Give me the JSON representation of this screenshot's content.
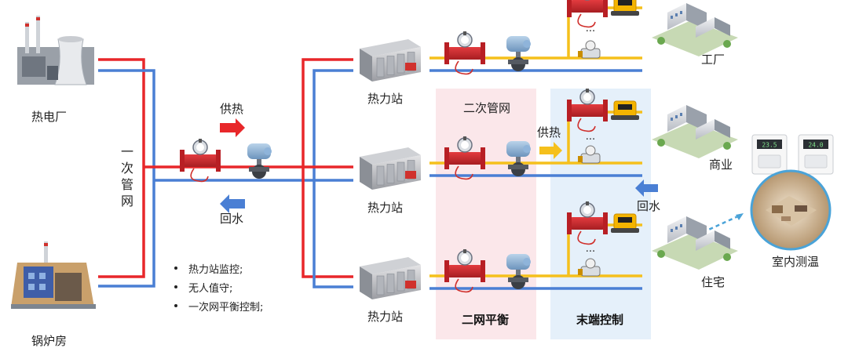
{
  "sources": {
    "power_plant": "热电厂",
    "boiler_room": "锅炉房"
  },
  "primary_network": "一次管网",
  "flow": {
    "supply": "供热",
    "return": "回水"
  },
  "stations": [
    "热力站",
    "热力站",
    "热力站"
  ],
  "secondary_network": "二次管网",
  "zones": {
    "balance": "二网平衡",
    "terminal": "末端控制"
  },
  "consumers": {
    "factory": "工厂",
    "commercial": "商业",
    "residential": "住宅"
  },
  "indoor": {
    "label": "室内测温",
    "thermostat_left": "23.5",
    "thermostat_right": "24.0"
  },
  "ellipsis": "···",
  "features": [
    "热力站监控;",
    "无人值守;",
    "一次网平衡控制;"
  ],
  "colors": {
    "supply": "#e8272a",
    "return": "#4a7fd4",
    "secondary_supply": "#f5c01c",
    "zone_pink": "#fbe7ea",
    "zone_blue": "#e5f0fa",
    "dashed": "#4aa3d8"
  },
  "icons": [
    "power-plant-icon",
    "boiler-room-icon",
    "heat-meter-icon",
    "control-valve-icon",
    "heat-station-icon",
    "energy-meter-icon",
    "factory-icon",
    "commercial-icon",
    "residential-icon",
    "thermostat-icon",
    "room-icon",
    "arrow-right-icon",
    "arrow-left-icon"
  ]
}
